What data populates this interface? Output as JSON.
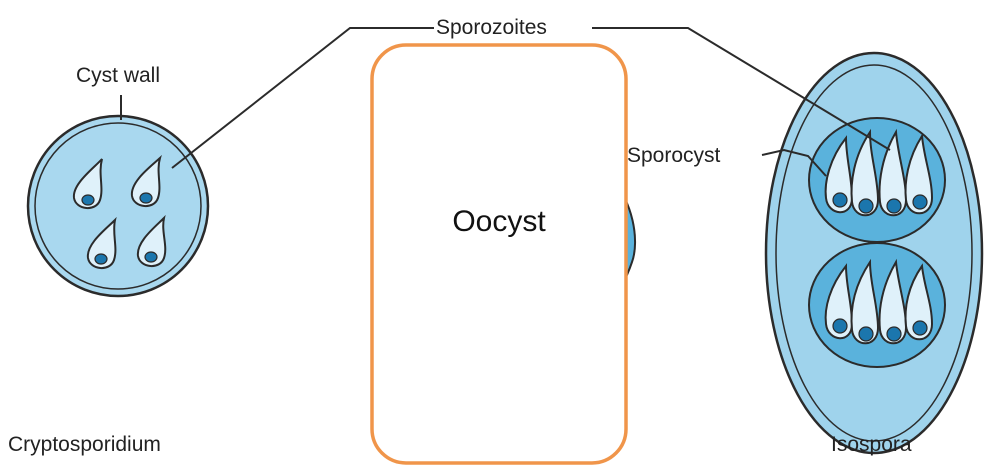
{
  "labels": {
    "sporozoites": "Sporozoites",
    "cyst_wall": "Cyst wall",
    "sporocyst": "Sporocyst",
    "cryptosporidium": "Cryptosporidium",
    "isospora": "Isospora"
  },
  "overlay": {
    "text": "Oocyst",
    "border_color": "#f0954a"
  },
  "colors": {
    "cyst_fill": "#a9d8ef",
    "cyst_stroke": "#2b2b2b",
    "sporocyst_fill": "#5ab2dc",
    "sporozoite_fill": "#dff1fa",
    "nucleus_fill": "#1b76ad",
    "outer_oocyst_fill": "#9fd3ec"
  }
}
